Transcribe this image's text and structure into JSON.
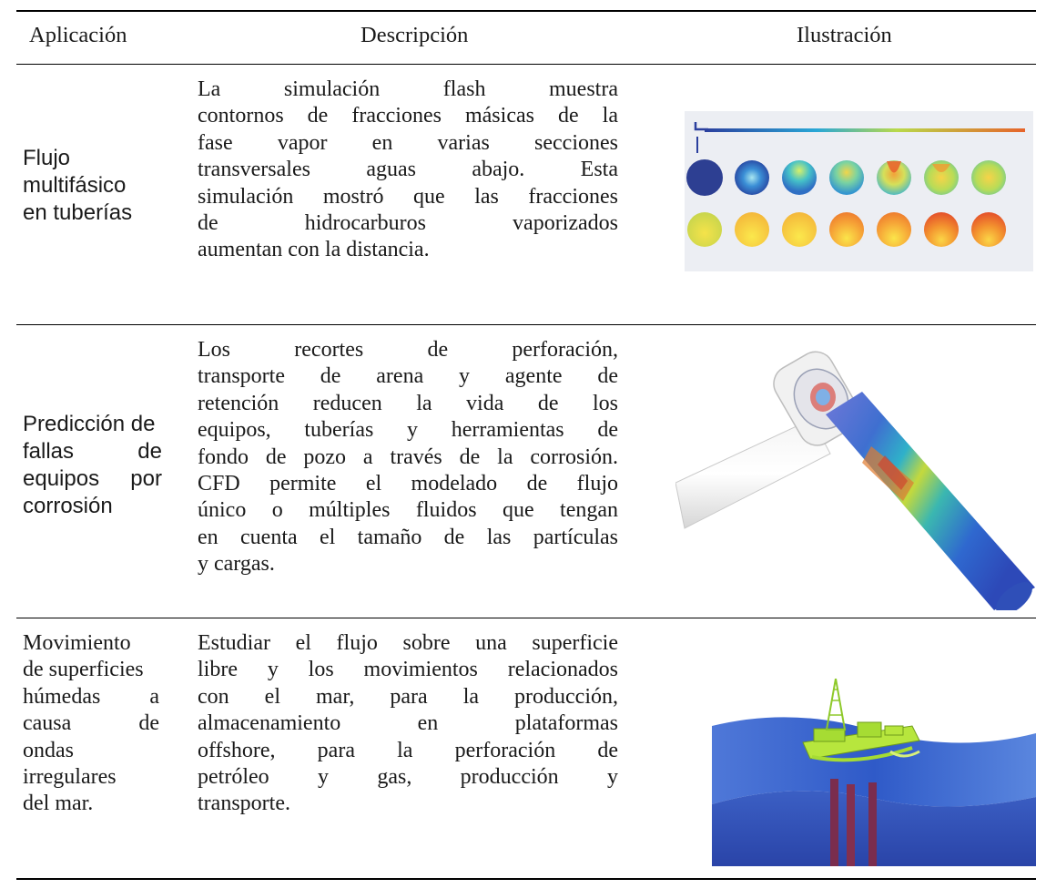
{
  "table": {
    "headers": {
      "application": "Aplicación",
      "description": "Descripción",
      "illustration": "Ilustración"
    },
    "rows": [
      {
        "application_lines": [
          "Flujo",
          "multifásico",
          "en tuberías"
        ],
        "description_lines": [
          "La simulación flash muestra",
          "contornos de fracciones másicas de la",
          "fase vapor en varias secciones",
          "transversales aguas abajo. Esta",
          "simulación mostró que las fracciones",
          "de hidrocarburos vaporizados",
          "aumentan  con la distancia."
        ],
        "illustration_icon": "pipe-cross-section-contours"
      },
      {
        "application_lines": [
          "Predicción de",
          "fallas de",
          "equipos por",
          "corrosión"
        ],
        "description_lines": [
          "Los recortes de perforación,",
          "transporte de arena y agente de",
          "retención reducen la vida de los",
          "equipos, tuberías y herramientas de",
          "fondo de pozo a través de la corrosión.",
          "CFD permite el modelado de flujo",
          "único o múltiples fluidos que tengan",
          "en cuenta el tamaño de las partículas",
          "y cargas."
        ],
        "illustration_icon": "pipe-elbow-erosion-contours"
      },
      {
        "application_lines": [
          "Movimiento",
          "de superficies",
          "húmedas a",
          "causa de",
          "ondas",
          "irregulares",
          "del mar."
        ],
        "description_lines": [
          "Estudiar el flujo sobre una superficie",
          "libre y los movimientos relacionados",
          "con el mar, para la producción,",
          "almacenamiento en plataformas",
          "offshore, para la perforación de",
          "petróleo y gas, producción y",
          "transporte."
        ],
        "illustration_icon": "offshore-platform-waves"
      }
    ]
  }
}
